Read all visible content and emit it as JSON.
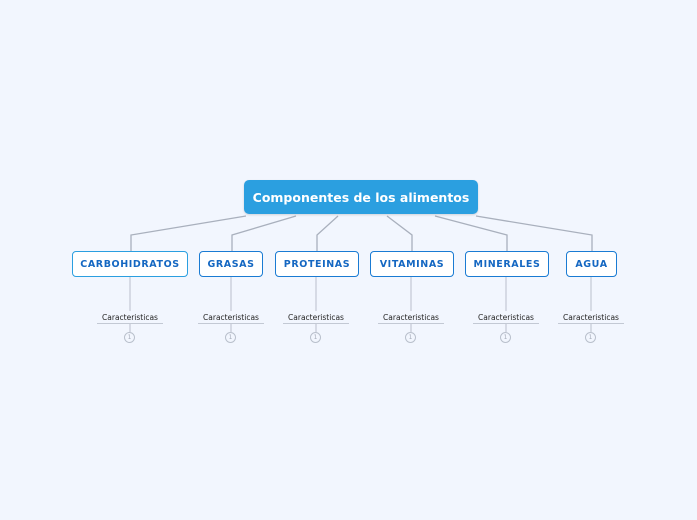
{
  "root": {
    "label": "Componentes de los alimentos"
  },
  "topics": [
    {
      "label": "CARBOHIDRATOS",
      "sub": "Caracteristicas",
      "badge": "1"
    },
    {
      "label": "GRASAS",
      "sub": "Caracteristicas",
      "badge": "1"
    },
    {
      "label": "PROTEINAS",
      "sub": "Caracteristicas",
      "badge": "1"
    },
    {
      "label": "VITAMINAS",
      "sub": "Caracteristicas",
      "badge": "1"
    },
    {
      "label": "MINERALES",
      "sub": "Caracteristicas",
      "badge": "1"
    },
    {
      "label": "AGUA",
      "sub": "Caracteristicas",
      "badge": "1"
    }
  ],
  "colors": {
    "background": "#f2f6fe",
    "root_fill": "#2b9fe0",
    "topic_border": "#1a7bd3",
    "topic_text": "#1467c2",
    "connector": "#a9b0bd"
  }
}
